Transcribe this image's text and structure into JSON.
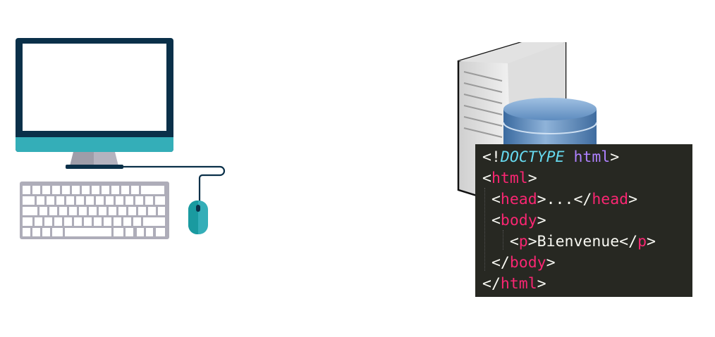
{
  "diagram": {
    "client": {
      "label": "client-computer",
      "colors": {
        "monitor_frame": "#0a3049",
        "monitor_chin": "#34aeb8",
        "screen": "#ffffff",
        "stand": "#a9a8b4",
        "keyboard": "#aeadb9",
        "mouse": "#1a9aa0"
      }
    },
    "server": {
      "label": "web-server",
      "colors": {
        "tower": "#e6e6e6",
        "database": "#4f7fb5"
      }
    },
    "code": {
      "background": "#272822",
      "lines": [
        {
          "parts": [
            {
              "t": "<!",
              "c": "txt"
            },
            {
              "t": "DOCTYPE",
              "c": "kw"
            },
            {
              "t": " html",
              "c": "attr"
            },
            {
              "t": ">",
              "c": "txt"
            }
          ]
        },
        {
          "parts": [
            {
              "t": "<",
              "c": "txt"
            },
            {
              "t": "html",
              "c": "tag"
            },
            {
              "t": ">",
              "c": "txt"
            }
          ]
        },
        {
          "parts": [
            {
              "t": " <",
              "c": "txt"
            },
            {
              "t": "head",
              "c": "tag"
            },
            {
              "t": ">...</",
              "c": "txt"
            },
            {
              "t": "head",
              "c": "tag"
            },
            {
              "t": ">",
              "c": "txt"
            }
          ]
        },
        {
          "parts": [
            {
              "t": " <",
              "c": "txt"
            },
            {
              "t": "body",
              "c": "tag"
            },
            {
              "t": ">",
              "c": "txt"
            }
          ]
        },
        {
          "parts": [
            {
              "t": "   <",
              "c": "txt"
            },
            {
              "t": "p",
              "c": "tag"
            },
            {
              "t": ">Bienvenue</",
              "c": "txt"
            },
            {
              "t": "p",
              "c": "tag"
            },
            {
              "t": ">",
              "c": "txt"
            }
          ]
        },
        {
          "parts": [
            {
              "t": " </",
              "c": "txt"
            },
            {
              "t": "body",
              "c": "tag"
            },
            {
              "t": ">",
              "c": "txt"
            }
          ]
        },
        {
          "parts": [
            {
              "t": "</",
              "c": "txt"
            },
            {
              "t": "html",
              "c": "tag"
            },
            {
              "t": ">",
              "c": "txt"
            }
          ]
        }
      ]
    }
  }
}
